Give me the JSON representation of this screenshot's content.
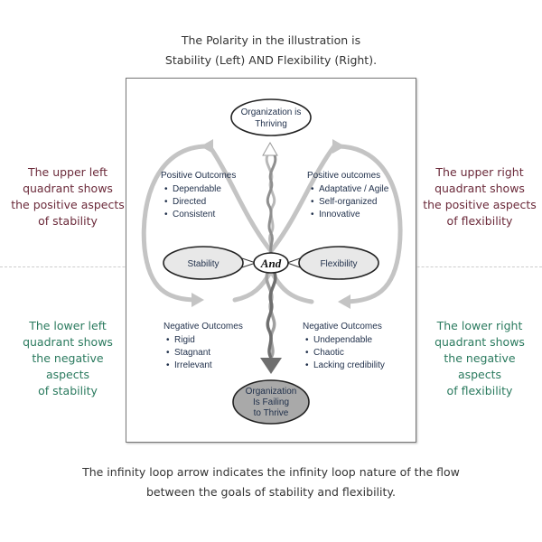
{
  "header": {
    "line1": "The Polarity in the illustration is",
    "line2": "Stability (Left)   AND  Flexibility (Right)."
  },
  "side_labels": {
    "upper_left": [
      "The upper left",
      "quadrant shows",
      "the positive aspects",
      "of stability"
    ],
    "upper_right": [
      "The upper right",
      "quadrant shows",
      "the positive aspects",
      "of flexibility"
    ],
    "lower_left": [
      "The lower left",
      "quadrant shows",
      "the negative aspects",
      "of stability"
    ],
    "lower_right": [
      "The lower right",
      "quadrant shows",
      "the negative aspects",
      "of flexibility"
    ]
  },
  "diagram": {
    "top_node": [
      "Organization is",
      "Thriving"
    ],
    "bottom_node": [
      "Organization",
      "Is Failing",
      "to Thrive"
    ],
    "left_node": "Stability",
    "right_node": "Flexibility",
    "center_node": "And",
    "upper_left": {
      "title": "Positive Outcomes",
      "items": [
        "Dependable",
        "Directed",
        "Consistent"
      ]
    },
    "upper_right": {
      "title": "Positive outcomes",
      "items": [
        "Adaptative / Agile",
        "Self-organized",
        "Innovative"
      ]
    },
    "lower_left": {
      "title": "Negative Outcomes",
      "items": [
        "Rigid",
        "Stagnant",
        "Irrelevant"
      ]
    },
    "lower_right": {
      "title": "Negative Outcomes",
      "items": [
        "Undependable",
        "Chaotic",
        "Lacking credibility"
      ]
    },
    "bullet": "•"
  },
  "footer": {
    "line1": "The infinity loop arrow indicates the infinity loop nature of the flow",
    "line2": "between the goals of stability and flexibility."
  },
  "colors": {
    "positive_text": "#6b2a3a",
    "negative_text": "#2a7a5e",
    "loop_gray": "#c4c4c4",
    "failing_fill": "#a9a9a9"
  }
}
